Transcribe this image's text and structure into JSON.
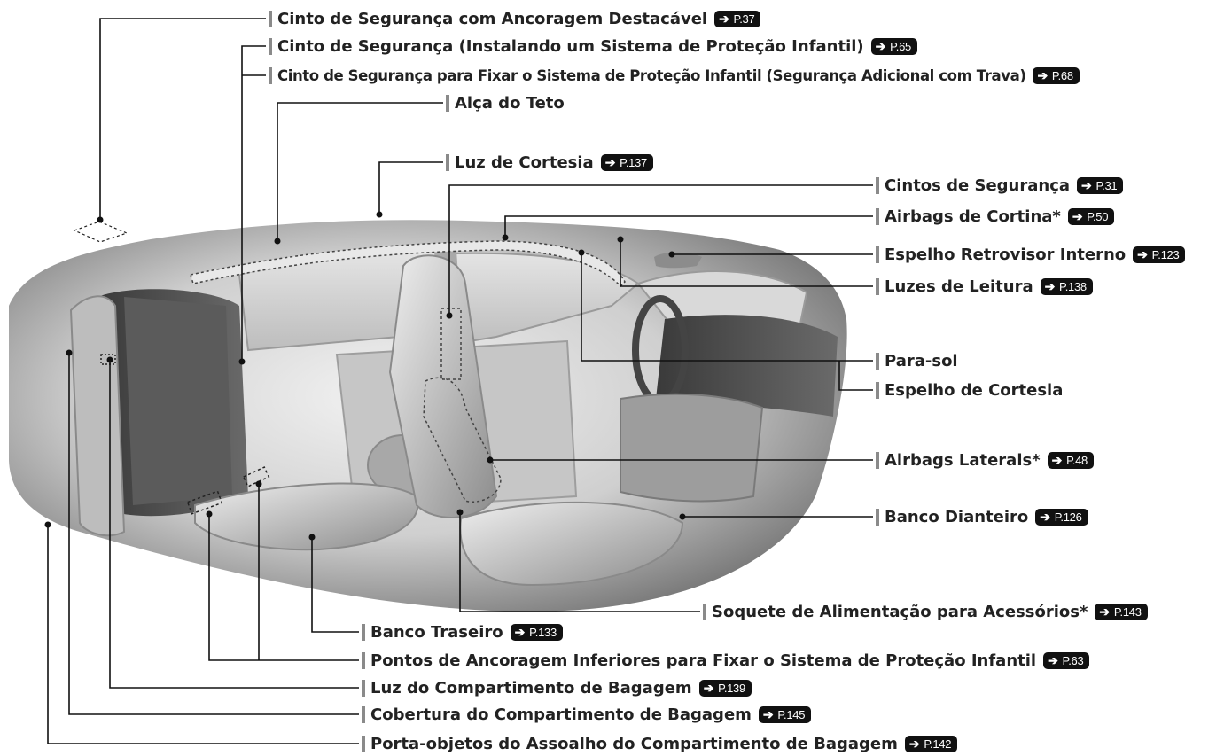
{
  "arrow_glyph": "➔",
  "callouts": {
    "cinto_ancoragem": {
      "label": "Cinto de Segurança com Ancoragem Destacável",
      "page": "P.37"
    },
    "cinto_instalando": {
      "label": "Cinto de Segurança (Instalando um Sistema de Proteção Infantil)",
      "page": "P.65"
    },
    "cinto_fixar": {
      "label": "Cinto de Segurança para Fixar o Sistema de Proteção Infantil (Segurança Adicional com Trava)",
      "page": "P.68"
    },
    "alca_teto": {
      "label": "Alça do Teto"
    },
    "luz_cortesia": {
      "label": "Luz de Cortesia",
      "page": "P.137"
    },
    "cintos": {
      "label": "Cintos de Segurança",
      "page": "P.31"
    },
    "airbags_cortina": {
      "label": "Airbags de Cortina*",
      "page": "P.50"
    },
    "espelho_retrovisor": {
      "label": "Espelho Retrovisor Interno",
      "page": "P.123"
    },
    "luzes_leitura": {
      "label": "Luzes de Leitura",
      "page": "P.138"
    },
    "para_sol": {
      "label": "Para-sol"
    },
    "espelho_cortesia": {
      "label": "Espelho de Cortesia"
    },
    "airbags_laterais": {
      "label": "Airbags Laterais*",
      "page": "P.48"
    },
    "banco_dianteiro": {
      "label": "Banco Dianteiro",
      "page": "P.126"
    },
    "soquete": {
      "label": "Soquete de Alimentação para Acessórios*",
      "page": "P.143"
    },
    "banco_traseiro": {
      "label": "Banco Traseiro",
      "page": "P.133"
    },
    "pontos_ancoragem": {
      "label": "Pontos de Ancoragem Inferiores para Fixar o Sistema de Proteção Infantil",
      "page": "P.63"
    },
    "luz_bagagem": {
      "label": "Luz do Compartimento de Bagagem",
      "page": "P.139"
    },
    "cobertura_bagagem": {
      "label": "Cobertura do Compartimento de Bagagem",
      "page": "P.145"
    },
    "porta_objetos": {
      "label": "Porta-objetos do Assoalho do Compartimento de Bagagem",
      "page": "P.142"
    }
  }
}
